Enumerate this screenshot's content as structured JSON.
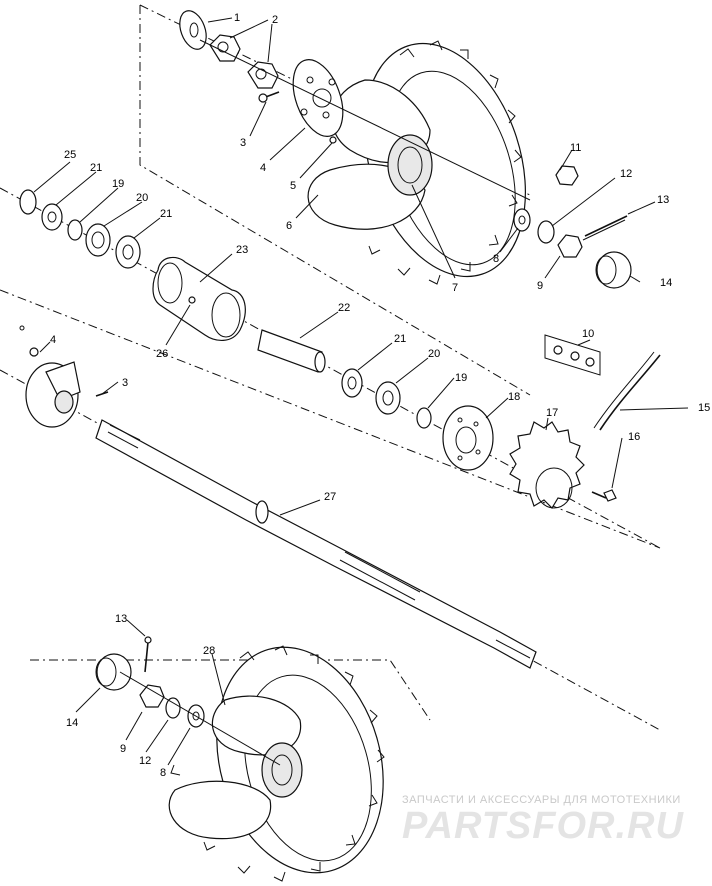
{
  "callouts": {
    "c1": "1",
    "c2": "2",
    "c3": "3",
    "c4": "4",
    "c5": "5",
    "c6": "6",
    "c7": "7",
    "c8": "8",
    "c9": "9",
    "c11": "11",
    "c12": "12",
    "c13": "13",
    "c14": "14",
    "c25": "25",
    "c21a": "21",
    "c19a": "19",
    "c20a": "20",
    "c21b": "21",
    "c23": "23",
    "c26": "26",
    "c22": "22",
    "c21c": "21",
    "c20b": "20",
    "c10": "10",
    "c4b": "4",
    "c3b": "3",
    "c19b": "19",
    "c18": "18",
    "c17": "17",
    "c16": "16",
    "c15": "15",
    "c27": "27",
    "c13b": "13",
    "c28": "28",
    "c14b": "14",
    "c9b": "9",
    "c12b": "12",
    "c8b": "8"
  },
  "watermark": {
    "tagline": "ЗАПЧАСТИ И АКСЕССУАРЫ ДЛЯ МОТОТЕХНИКИ",
    "logo": "PARTSFOR.RU"
  }
}
